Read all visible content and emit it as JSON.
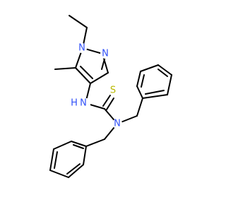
{
  "molecule": {
    "atoms": {
      "n1": {
        "symbol": "N",
        "color": "#3050f8"
      },
      "n2": {
        "symbol": "N",
        "color": "#3050f8"
      },
      "nh": {
        "symbol": "N",
        "hydrogen": "H",
        "color": "#3050f8"
      },
      "n3": {
        "symbol": "N",
        "color": "#3050f8"
      },
      "s": {
        "symbol": "S",
        "color": "#b8b800"
      }
    }
  }
}
